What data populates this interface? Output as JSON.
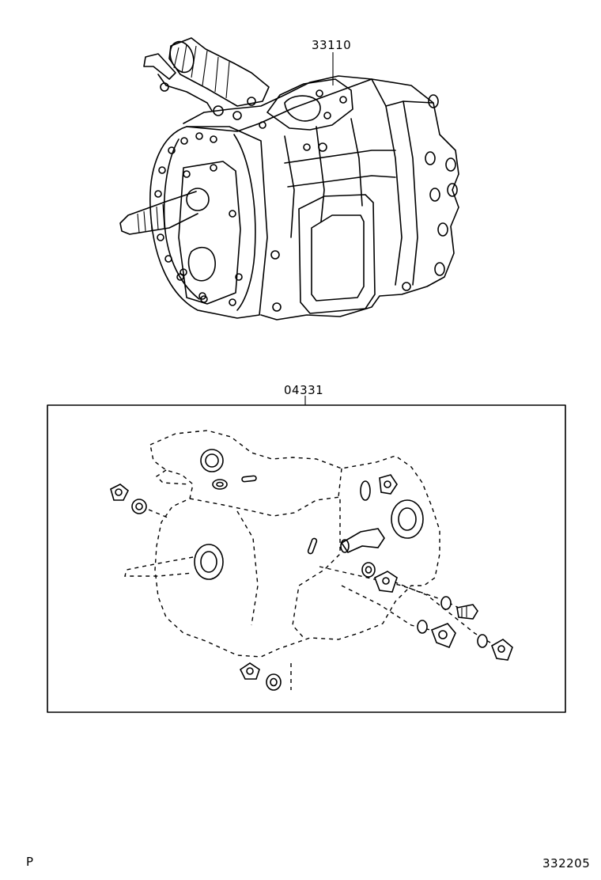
{
  "callouts": {
    "transmission_assy": "33110",
    "gasket_kit": "04331"
  },
  "footer": {
    "left_code": "P",
    "diagram_number": "332205"
  }
}
